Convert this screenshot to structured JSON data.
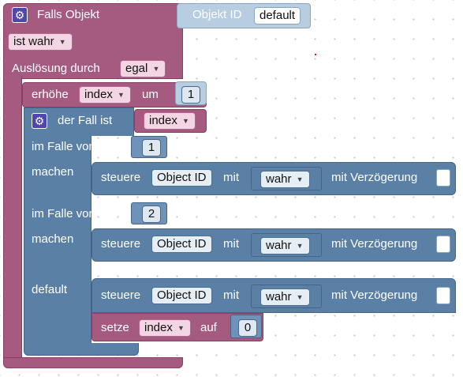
{
  "event": {
    "title": "Falls Objekt",
    "object_label": "Objekt ID",
    "object_value": "default",
    "condition": "ist wahr",
    "trigger_label": "Auslösung durch",
    "trigger_value": "egal"
  },
  "increment": {
    "label": "erhöhe",
    "variable": "index",
    "by_label": "um",
    "amount": "1"
  },
  "switch": {
    "label": "der Fall ist",
    "variable": "index",
    "cases": [
      {
        "case_label": "im Falle von",
        "value": "1",
        "do_label": "machen",
        "action": {
          "label": "steuere",
          "object": "Object ID",
          "with_label": "mit",
          "value": "wahr",
          "delay_label": "mit Verzögerung"
        }
      },
      {
        "case_label": "im Falle von",
        "value": "2",
        "do_label": "machen",
        "action": {
          "label": "steuere",
          "object": "Object ID",
          "with_label": "mit",
          "value": "wahr",
          "delay_label": "mit Verzögerung"
        }
      }
    ],
    "default": {
      "label": "default",
      "action": {
        "label": "steuere",
        "object": "Object ID",
        "with_label": "mit",
        "value": "wahr",
        "delay_label": "mit Verzögerung"
      },
      "set": {
        "label": "setze",
        "variable": "index",
        "to_label": "auf",
        "value": "0"
      }
    }
  },
  "colors": {
    "event_block": "#a55b80",
    "control_block": "#5b80a5",
    "gear_icon": "#4f47b0",
    "workspace": "#ffffff"
  },
  "icons": [
    "gear-icon",
    "dropdown-caret-icon"
  ]
}
